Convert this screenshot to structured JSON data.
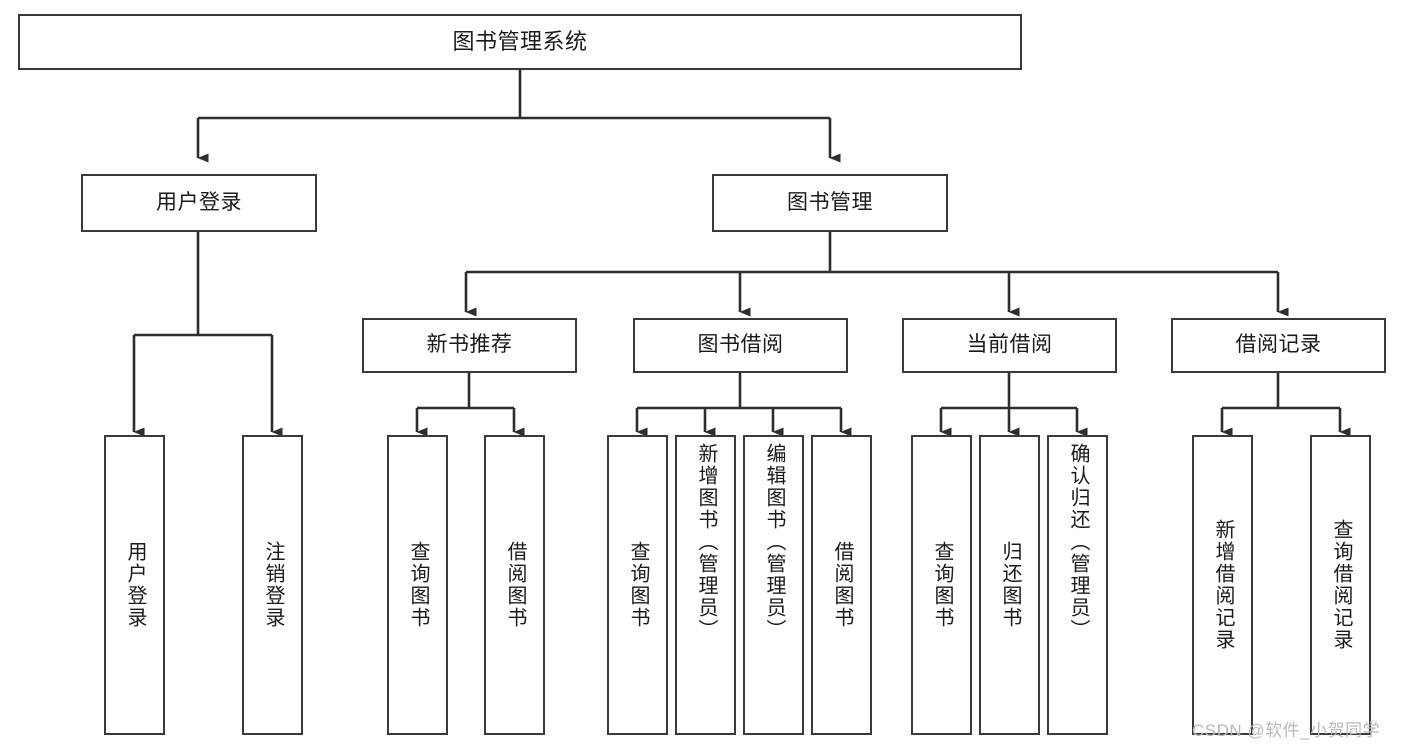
{
  "diagram": {
    "type": "hierarchy-tree",
    "title": "图书管理系统",
    "watermark": "CSDN @软件_小贺同学",
    "style": {
      "box_fill": "#ffffff",
      "box_stroke": "#3a3a3a",
      "connector_stroke": "#2e2e2e",
      "text_color": "#1a1a1a",
      "background": "#ffffff",
      "watermark_color": "#b9b9b9"
    },
    "levels": {
      "root": "图书管理系统",
      "level2": [
        "用户登录",
        "图书管理"
      ],
      "level3": [
        "新书推荐",
        "图书借阅",
        "当前借阅",
        "借阅记录"
      ]
    },
    "nodes": {
      "root": {
        "id": "root",
        "label": "图书管理系统",
        "level": 1,
        "orientation": "horizontal"
      },
      "user_login": {
        "id": "user-login",
        "label": "用户登录",
        "level": 2,
        "orientation": "horizontal"
      },
      "book_mgmt": {
        "id": "book-management",
        "label": "图书管理",
        "level": 2,
        "orientation": "horizontal"
      },
      "new_book_rec": {
        "id": "new-book-recommend",
        "label": "新书推荐",
        "level": 3,
        "orientation": "horizontal"
      },
      "book_borrow": {
        "id": "book-borrow",
        "label": "图书借阅",
        "level": 3,
        "orientation": "horizontal"
      },
      "current_borrow": {
        "id": "current-borrow",
        "label": "当前借阅",
        "level": 3,
        "orientation": "horizontal"
      },
      "borrow_record": {
        "id": "borrow-record",
        "label": "借阅记录",
        "level": 3,
        "orientation": "horizontal"
      },
      "leaf_user_login": {
        "id": "leaf-user-login",
        "label": "用户登录",
        "parent": "用户登录",
        "orientation": "vertical"
      },
      "leaf_logout": {
        "id": "leaf-logout",
        "label": "注销登录",
        "parent": "用户登录",
        "orientation": "vertical"
      },
      "leaf_query_book_1": {
        "id": "leaf-query-book-1",
        "label": "查询图书",
        "parent": "新书推荐",
        "orientation": "vertical"
      },
      "leaf_borrow_book_1": {
        "id": "leaf-borrow-book-1",
        "label": "借阅图书",
        "parent": "新书推荐",
        "orientation": "vertical"
      },
      "leaf_query_book_2": {
        "id": "leaf-query-book-2",
        "label": "查询图书",
        "parent": "图书借阅",
        "orientation": "vertical"
      },
      "leaf_add_book": {
        "id": "leaf-add-book",
        "label": "新增图书（管理员）",
        "parent": "图书借阅",
        "orientation": "vertical"
      },
      "leaf_edit_book": {
        "id": "leaf-edit-book",
        "label": "编辑图书（管理员）",
        "parent": "图书借阅",
        "orientation": "vertical"
      },
      "leaf_borrow_book_2": {
        "id": "leaf-borrow-book-2",
        "label": "借阅图书",
        "parent": "图书借阅",
        "orientation": "vertical"
      },
      "leaf_query_book_3": {
        "id": "leaf-query-book-3",
        "label": "查询图书",
        "parent": "当前借阅",
        "orientation": "vertical"
      },
      "leaf_return_book": {
        "id": "leaf-return-book",
        "label": "归还图书",
        "parent": "当前借阅",
        "orientation": "vertical"
      },
      "leaf_confirm_return": {
        "id": "leaf-confirm-return",
        "label": "确认归还（管理员）",
        "parent": "当前借阅",
        "orientation": "vertical"
      },
      "leaf_add_record": {
        "id": "leaf-add-record",
        "label": "新增借阅记录",
        "parent": "借阅记录",
        "orientation": "vertical"
      },
      "leaf_query_record": {
        "id": "leaf-query-record",
        "label": "查询借阅记录",
        "parent": "借阅记录",
        "orientation": "vertical"
      }
    },
    "edges": [
      {
        "from": "图书管理系统",
        "to": "用户登录"
      },
      {
        "from": "图书管理系统",
        "to": "图书管理"
      },
      {
        "from": "图书管理",
        "to": "新书推荐"
      },
      {
        "from": "图书管理",
        "to": "图书借阅"
      },
      {
        "from": "图书管理",
        "to": "当前借阅"
      },
      {
        "from": "图书管理",
        "to": "借阅记录"
      },
      {
        "from": "用户登录",
        "to": "用户登录"
      },
      {
        "from": "用户登录",
        "to": "注销登录"
      },
      {
        "from": "新书推荐",
        "to": "查询图书"
      },
      {
        "from": "新书推荐",
        "to": "借阅图书"
      },
      {
        "from": "图书借阅",
        "to": "查询图书"
      },
      {
        "from": "图书借阅",
        "to": "新增图书（管理员）"
      },
      {
        "from": "图书借阅",
        "to": "编辑图书（管理员）"
      },
      {
        "from": "图书借阅",
        "to": "借阅图书"
      },
      {
        "from": "当前借阅",
        "to": "查询图书"
      },
      {
        "from": "当前借阅",
        "to": "归还图书"
      },
      {
        "from": "当前借阅",
        "to": "确认归还（管理员）"
      },
      {
        "from": "借阅记录",
        "to": "新增借阅记录"
      },
      {
        "from": "借阅记录",
        "to": "查询借阅记录"
      }
    ]
  }
}
